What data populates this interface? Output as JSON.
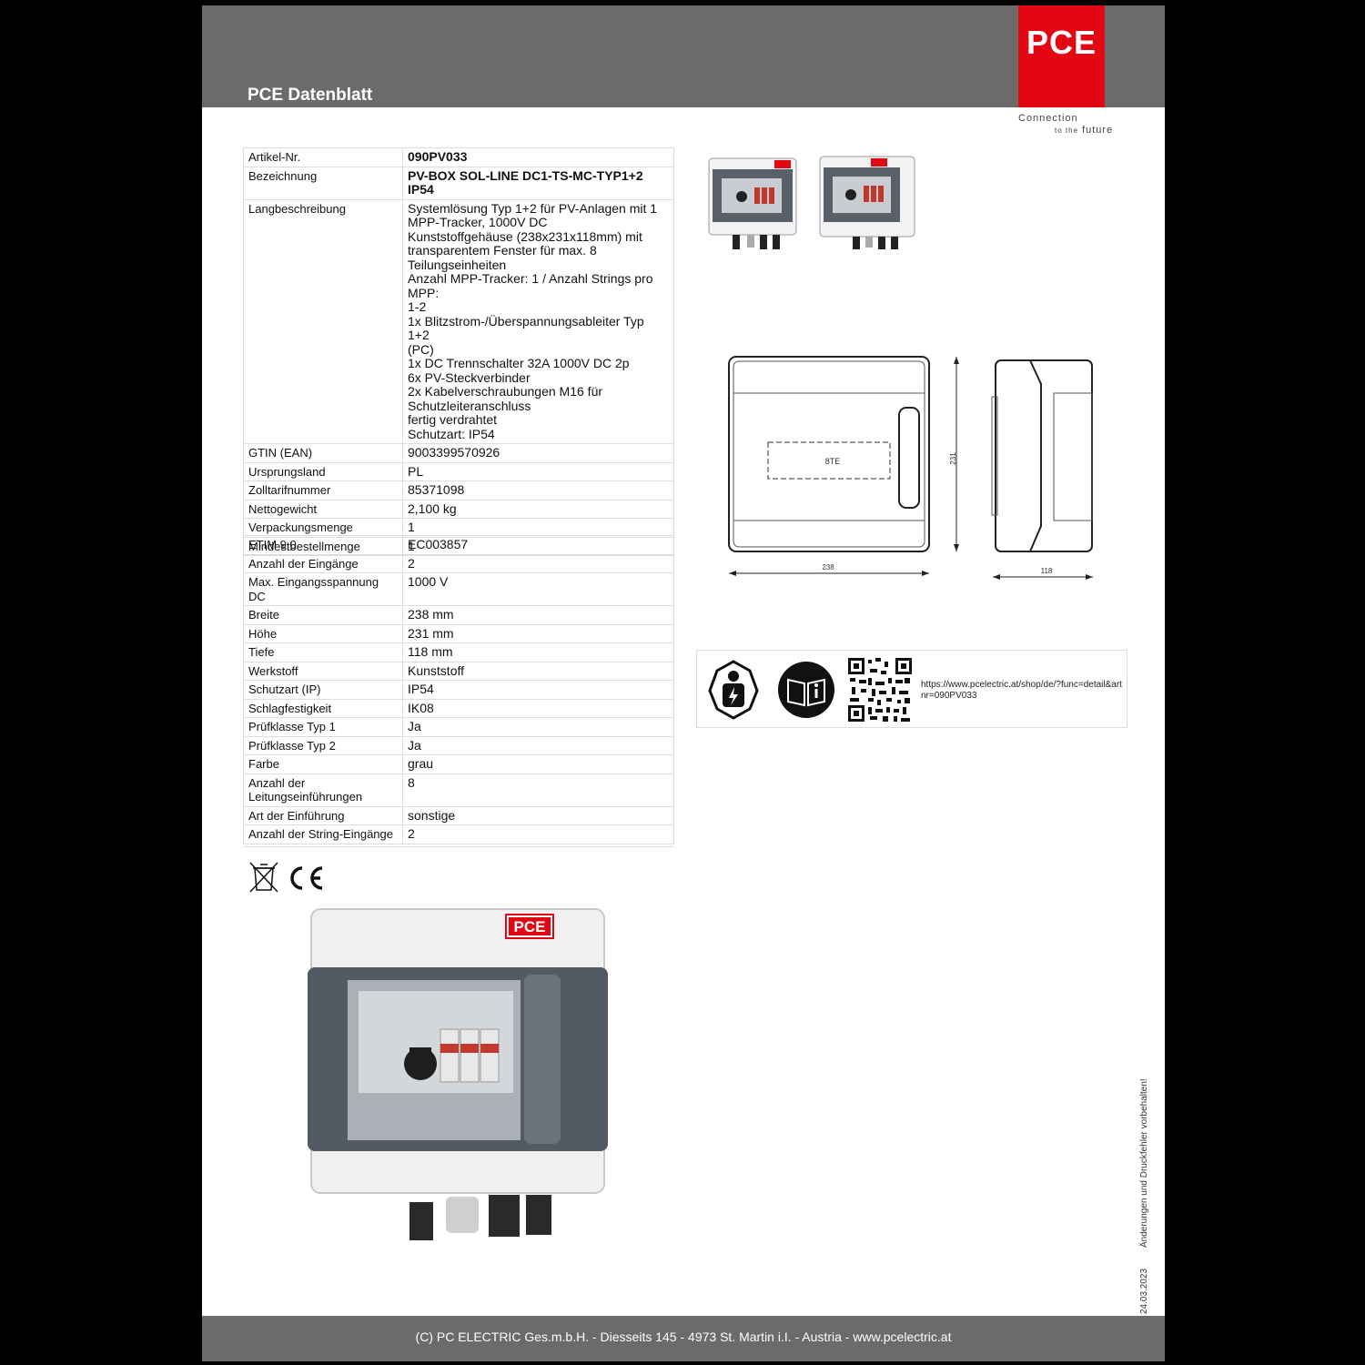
{
  "header": {
    "title": "PCE Datenblatt",
    "logo_text": "PCE",
    "tagline_1": "Connection",
    "tagline_2_small": "to the",
    "tagline_2": "future"
  },
  "table1": [
    {
      "key": "Artikel-Nr.",
      "value": "090PV033"
    },
    {
      "key": "Bezeichnung",
      "value": "PV-BOX SOL-LINE DC1-TS-MC-TYP1+2 IP54"
    },
    {
      "key": "Langbeschreibung",
      "value": "Systemlösung Typ 1+2 für PV-Anlagen mit 1\nMPP-Tracker, 1000V DC\nKunststoffgehäuse (238x231x118mm) mit\ntransparentem Fenster für max. 8\nTeilungseinheiten\nAnzahl MPP-Tracker: 1 / Anzahl Strings pro MPP:\n1-2\n1x Blitzstrom-/Überspannungsableiter Typ 1+2\n(PC)\n1x DC Trennschalter 32A 1000V DC 2p\n6x PV-Steckverbinder\n2x Kabelverschraubungen M16 für\nSchutzleiteranschluss\nfertig verdrahtet\nSchutzart: IP54"
    },
    {
      "key": "GTIN (EAN)",
      "value": "9003399570926"
    },
    {
      "key": "Ursprungsland",
      "value": "PL"
    },
    {
      "key": "Zolltarifnummer",
      "value": "85371098"
    },
    {
      "key": "Nettogewicht",
      "value": "2,100 kg"
    },
    {
      "key": "Verpackungsmenge",
      "value": "1"
    },
    {
      "key": "Mindestbestellmenge",
      "value": "1"
    }
  ],
  "table2": [
    {
      "key": "ETIM 9.0",
      "value": "EC003857"
    },
    {
      "key": "Anzahl der Eingänge",
      "value": "2"
    },
    {
      "key": "Max. Eingangsspannung DC",
      "value": "1000 V"
    },
    {
      "key": "Breite",
      "value": "238 mm"
    },
    {
      "key": "Höhe",
      "value": "231 mm"
    },
    {
      "key": "Tiefe",
      "value": "118 mm"
    },
    {
      "key": "Werkstoff",
      "value": "Kunststoff"
    },
    {
      "key": "Schutzart (IP)",
      "value": "IP54"
    },
    {
      "key": "Schlagfestigkeit",
      "value": "IK08"
    },
    {
      "key": "Prüfklasse Typ 1",
      "value": "Ja"
    },
    {
      "key": "Prüfklasse Typ 2",
      "value": "Ja"
    },
    {
      "key": "Farbe",
      "value": "grau"
    },
    {
      "key": "Anzahl der Leitungseinführungen",
      "value": "8"
    },
    {
      "key": "Art der Einführung",
      "value": "sonstige"
    },
    {
      "key": "Anzahl der String-Eingänge",
      "value": "2"
    }
  ],
  "drawing": {
    "label_te": "8TE",
    "dim_height": "231",
    "dim_width": "238",
    "dim_depth": "118"
  },
  "qr": {
    "url": "https://www.pcelectric.at/shop/de/?func=detail&artnr=090PV033"
  },
  "photo": {
    "logo_text": "PCE"
  },
  "side_note": {
    "date": "24.03.2023",
    "text": "Änderungen und Druckfehler vorbehalten!"
  },
  "footer": {
    "text": "(C) PC ELECTRIC Ges.m.b.H. - Diesseits 145 - 4973 St. Martin i.I. - Austria - www.pcelectric.at"
  },
  "colors": {
    "brand_red": "#e30613",
    "header_gray": "#6b6b6b"
  },
  "icons": [
    "weee-icon",
    "ce-mark-icon",
    "electrician-icon",
    "manual-info-icon",
    "qr-code-icon"
  ]
}
